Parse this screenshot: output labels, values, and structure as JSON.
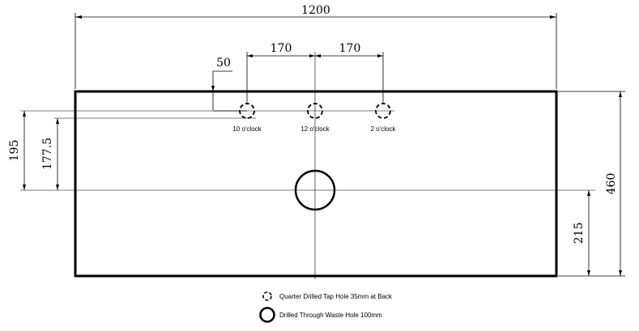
{
  "dimensions": {
    "width": "1200",
    "tap_spacing_left": "170",
    "tap_spacing_right": "170",
    "tap_offset_back": "50",
    "height": "460",
    "waste_from_front": "215",
    "waste_from_back_outer": "195",
    "waste_from_back_inner": "177.5"
  },
  "tap_holes": {
    "left_label": "10 o'clock",
    "center_label": "12 o'clock",
    "right_label": "2 o'clock"
  },
  "legend": {
    "tap_hole": "Quarter Drilled Tap Hole 35mm at Back",
    "waste_hole": "Drilled Through Waste Hole 100mm"
  }
}
